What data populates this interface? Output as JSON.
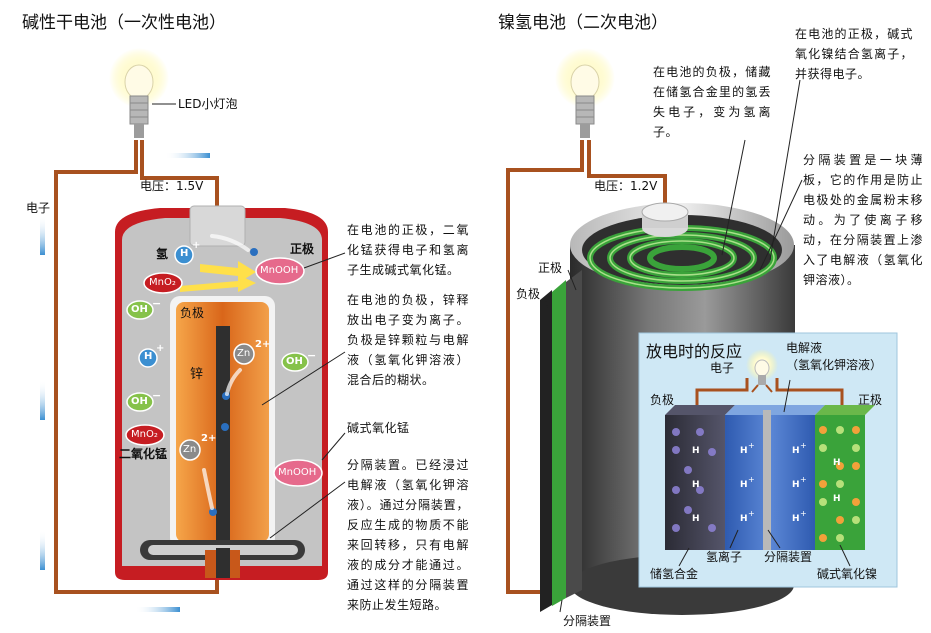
{
  "left": {
    "title": "碱性干电池（一次性电池）",
    "bulb_label": "LED小灯泡",
    "voltage": "电压：1.5V",
    "electron": "电子",
    "hydrogen": "氢",
    "positive": "正极",
    "negative": "负极",
    "zinc": "锌",
    "manganese_dioxide": "二氧化锰",
    "ions": {
      "h_plus": "H",
      "oh_minus": "OH",
      "mno2": "MnO₂",
      "mnooh": "MnOOH",
      "zn": "Zn",
      "plus_sign": "+",
      "two_plus": "2+",
      "minus_sign": "−"
    },
    "note_positive": "在电池的正极，二氧化锰获得电子和氢离子生成碱式氧化锰。",
    "note_negative": "在电池的负极，锌释放出电子变为离子。负极是锌颗粒与电解液（氢氧化钾溶液）混合后的糊状。",
    "note_mnooh": "碱式氧化锰",
    "note_separator": "分隔装置。已经浸过电解液（氢氧化钾溶液）。通过分隔装置，反应生成的物质不能来回转移，只有电解液的成分才能通过。通过这样的分隔装置来防止发生短路。"
  },
  "right": {
    "title": "镍氢电池（二次电池）",
    "voltage": "电压：1.2V",
    "positive": "正极",
    "negative": "负极",
    "separator_bottom": "分隔装置",
    "note_negative": "在电池的负极，储藏在储氢合金里的氢丢失电子，变为氢离子。",
    "note_positive": "在电池的正极，碱式氧化镍结合氢离子，并获得电子。",
    "note_separator": "分隔装置是一块薄板，它的作用是防止电极处的金属粉末移动。为了使离子移动，在分隔装置上渗入了电解液（氢氧化钾溶液）。",
    "inset": {
      "title": "放电时的反应",
      "electrolyte": "电解液",
      "electrolyte_sub": "（氢氧化钾溶液）",
      "electron": "电子",
      "negative": "负极",
      "positive": "正极",
      "alloy": "储氢合金",
      "h_ion": "氢离子",
      "separator": "分隔装置",
      "nickel": "碱式氧化镍",
      "h_letter": "H",
      "plus_sign": "+"
    }
  },
  "colors": {
    "wire": "#a8511f",
    "battery_red": "#c61d22",
    "zinc_orange": "#e8781e",
    "green": "#3aa33a",
    "inset_bg": "#cfe8f5",
    "pink": "#e66a8c",
    "blue_ion": "#3b8fd1",
    "green_ion": "#86c24a"
  }
}
